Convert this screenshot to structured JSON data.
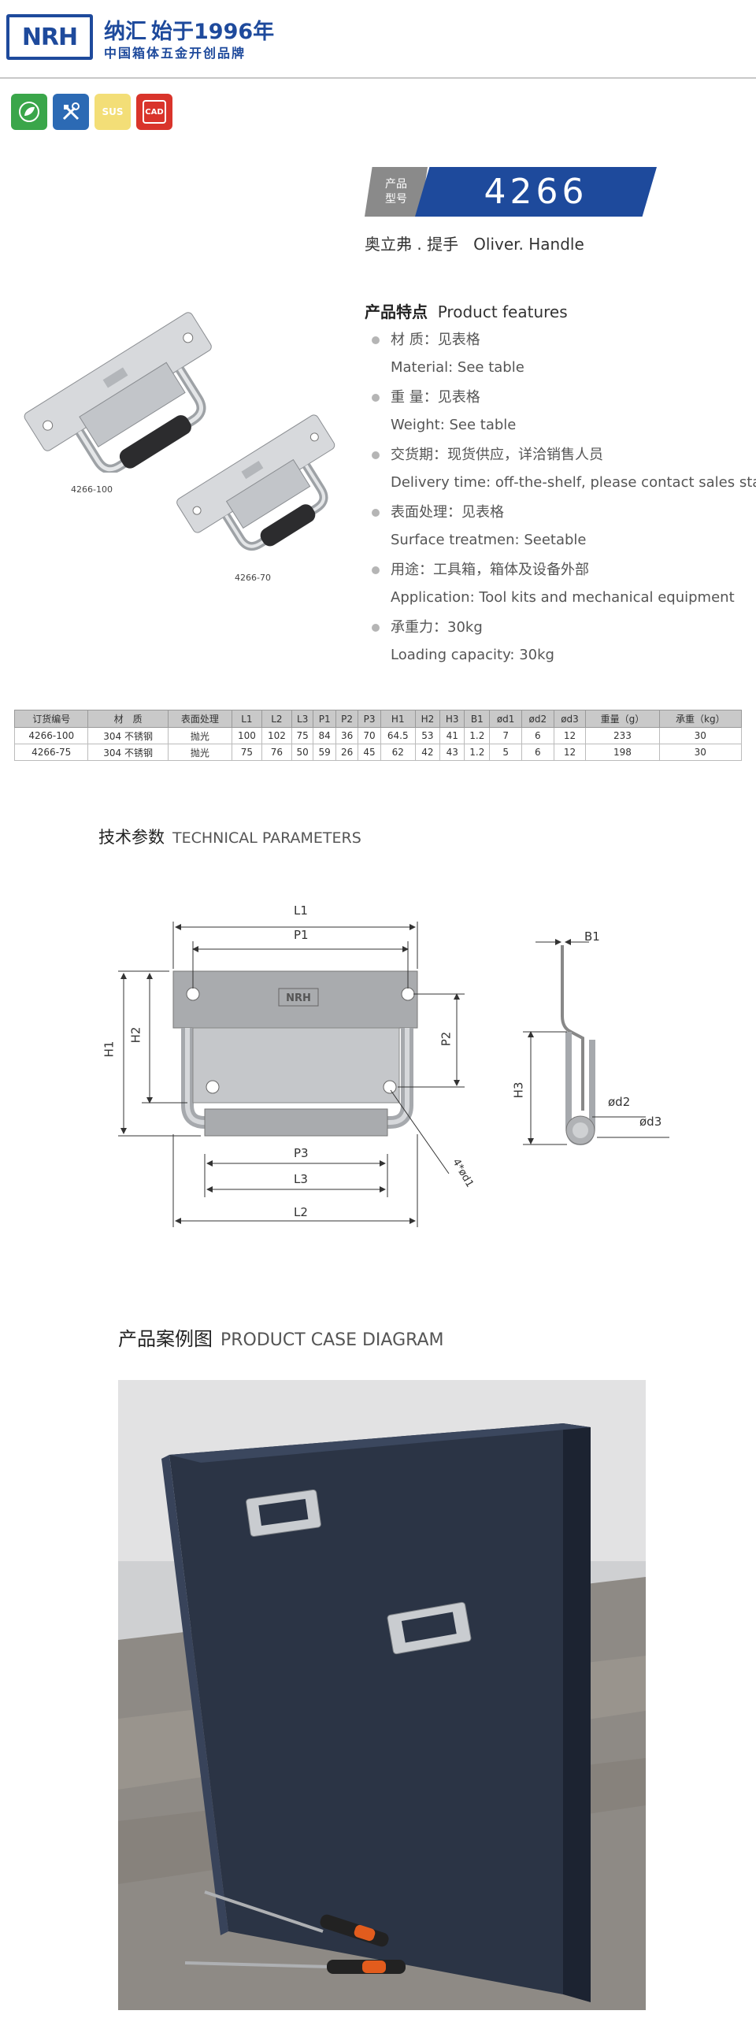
{
  "header": {
    "logo_text": "NRH",
    "brand_name": "纳汇",
    "brand_tagline": "始于1996年",
    "slogan": "中国箱体五金开创品牌",
    "badges": [
      {
        "label": "",
        "icon": "eco-leaf-icon",
        "color": "#3aa64a"
      },
      {
        "label": "",
        "icon": "tools-icon",
        "color": "#2c6ab4"
      },
      {
        "label": "SUS",
        "icon": "sus-material-icon",
        "color": "#f3de77"
      },
      {
        "label": "CAD",
        "icon": "cad-file-icon",
        "color": "#d9342b"
      }
    ]
  },
  "product": {
    "model_tag_line1": "产品",
    "model_tag_line2": "型号",
    "model_number": "4266",
    "name": "奥立弗 . 提手   Oliver. Handle",
    "features_title_zh": "产品特点",
    "features_title_en": "Product features",
    "features": [
      {
        "zh": "材  质：见表格",
        "en": "Material: See table"
      },
      {
        "zh": "重  量：见表格",
        "en": "Weight: See table"
      },
      {
        "zh": "交货期：现货供应，详洽销售人员",
        "en": "Delivery time: off-the-shelf, please contact sales staff"
      },
      {
        "zh": "表面处理：见表格",
        "en": "Surface treatmen: Seetable"
      },
      {
        "zh": "用途：工具箱，箱体及设备外部",
        "en": "Application: Tool kits and mechanical equipment"
      },
      {
        "zh": "承重力：30kg",
        "en": "Loading capacity: 30kg"
      }
    ],
    "photo_label_large": "4266-100",
    "photo_label_small": "4266-70"
  },
  "spec_table": {
    "headers": [
      "订货编号",
      "材　质",
      "表面处理",
      "L1",
      "L2",
      "L3",
      "P1",
      "P2",
      "P3",
      "H1",
      "H2",
      "H3",
      "B1",
      "ød1",
      "ød2",
      "ød3",
      "重量（g）",
      "承重（kg）"
    ],
    "rows": [
      [
        "4266-100",
        "304 不锈钢",
        "抛光",
        "100",
        "102",
        "75",
        "84",
        "36",
        "70",
        "64.5",
        "53",
        "41",
        "1.2",
        "7",
        "6",
        "12",
        "233",
        "30"
      ],
      [
        "4266-75",
        "304 不锈钢",
        "抛光",
        "75",
        "76",
        "50",
        "59",
        "26",
        "45",
        "62",
        "42",
        "43",
        "1.2",
        "5",
        "6",
        "12",
        "198",
        "30"
      ]
    ]
  },
  "technical": {
    "title_zh": "技术参数",
    "title_en": "TECHNICAL PARAMETERS",
    "labels": {
      "L1": "L1",
      "P1": "P1",
      "H1": "H1",
      "H2": "H2",
      "P2": "P2",
      "P3": "P3",
      "L3": "L3",
      "L2": "L2",
      "d1": "4*ød1",
      "B1": "B1",
      "H3": "H3",
      "d2": "ød2",
      "d3": "ød3",
      "plate_logo": "NRH"
    }
  },
  "case": {
    "title_zh": "产品案例图",
    "title_en": "PRODUCT CASE DIAGRAM"
  }
}
